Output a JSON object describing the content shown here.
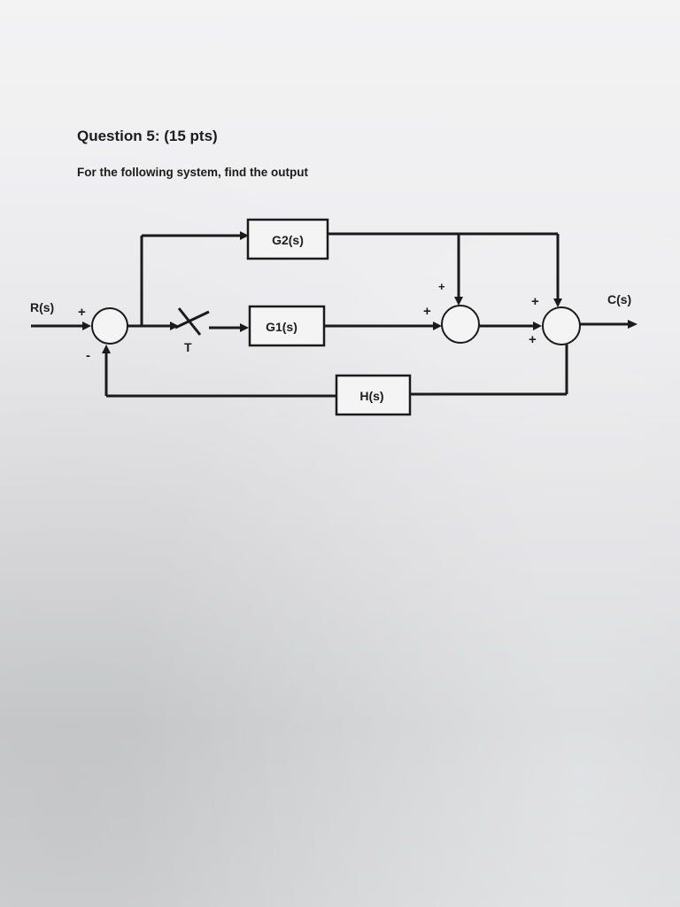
{
  "question": {
    "title": "Question 5: (15 pts)",
    "prompt": "For the following system, find the output"
  },
  "diagram": {
    "input_label": "R(s)",
    "output_label": "C(s)",
    "blocks": {
      "g1": "G1(s)",
      "g2": "G2(s)",
      "h": "H(s)"
    },
    "switch_label": "T",
    "signs": {
      "sum1_input": "+",
      "sum1_feedback": "-",
      "sum2_top": "+",
      "sum2_left": "+",
      "sum3_top": "+",
      "sum3_bottom": "+"
    }
  }
}
